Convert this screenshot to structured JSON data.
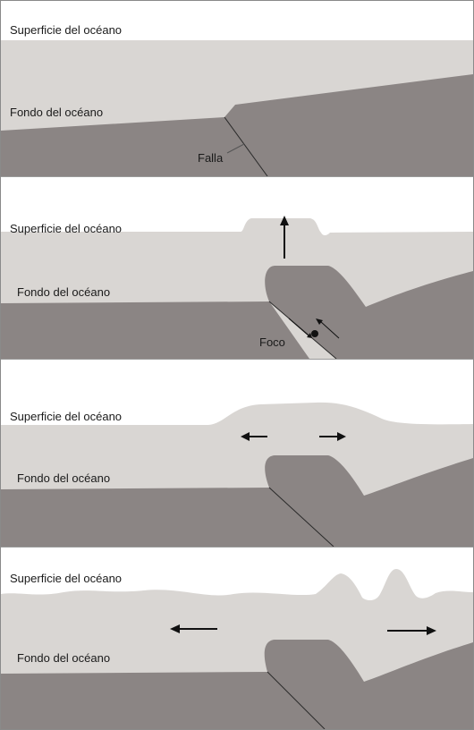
{
  "diagram": {
    "colors": {
      "water": "#d9d6d3",
      "seafloor": "#8b8584",
      "outline": "#2a2a2a",
      "separator": "#9a9a9a"
    },
    "panels": [
      {
        "surface_label": "Superficie del océano",
        "floor_label": "Fondo del océano",
        "fault_label": "Falla"
      },
      {
        "surface_label": "Superficie del océano",
        "floor_label": "Fondo del océano",
        "focus_label": "Foco"
      },
      {
        "surface_label": "Superficie del océano",
        "floor_label": "Fondo del océano"
      },
      {
        "surface_label": "Superficie del océano",
        "floor_label": "Fondo del océano"
      }
    ]
  }
}
